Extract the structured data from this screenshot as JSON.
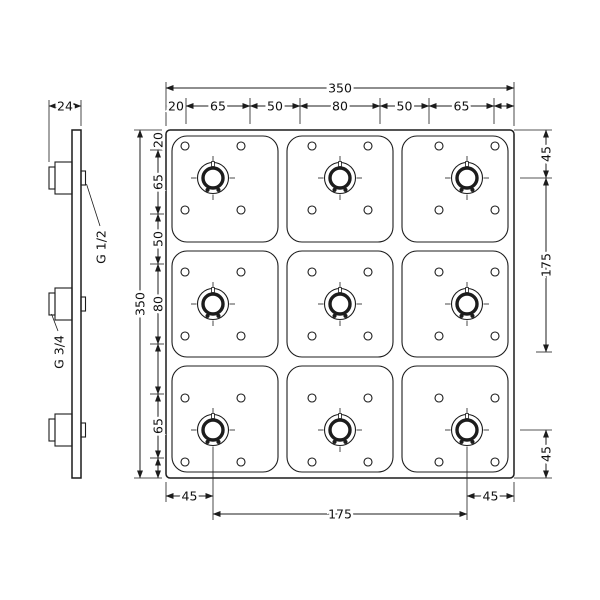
{
  "drawing": {
    "front": {
      "top_overall": "350",
      "top_segments": [
        "20",
        "65",
        "50",
        "80",
        "50",
        "65"
      ],
      "left_overall": "350",
      "left_segments": [
        "20",
        "65",
        "50",
        "80",
        "65"
      ],
      "right_segments": [
        "45",
        "175",
        "45"
      ],
      "bottom_segments": [
        "45",
        "175",
        "45"
      ]
    },
    "side": {
      "depth": "24",
      "thread_labels": [
        "G 1/2",
        "G 3/4"
      ]
    },
    "colors": {
      "line": "#1c1c1c",
      "background": "#ffffff"
    }
  }
}
